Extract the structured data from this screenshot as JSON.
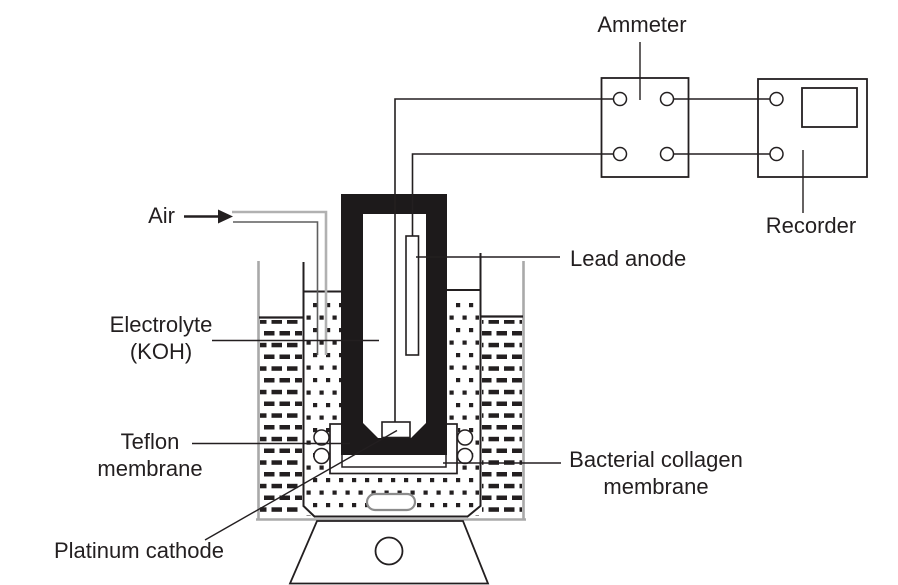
{
  "labels": {
    "air": "Air",
    "ammeter": "Ammeter",
    "recorder": "Recorder",
    "lead_anode": "Lead anode",
    "electrolyte": {
      "line1": "Electrolyte",
      "line2": "(KOH)"
    },
    "teflon": {
      "line1": "Teflon",
      "line2": "membrane"
    },
    "platinum_cathode": "Platinum cathode",
    "bacterial_collagen": {
      "line1": "Bacterial collagen",
      "line2": "membrane"
    }
  },
  "colors": {
    "ink": "#231f20",
    "beaker_grey": "#a9a9a9",
    "air_tube_grey": "#b1b1b1",
    "stir_bar_grey": "#8c8c8c",
    "background": "#ffffff"
  }
}
